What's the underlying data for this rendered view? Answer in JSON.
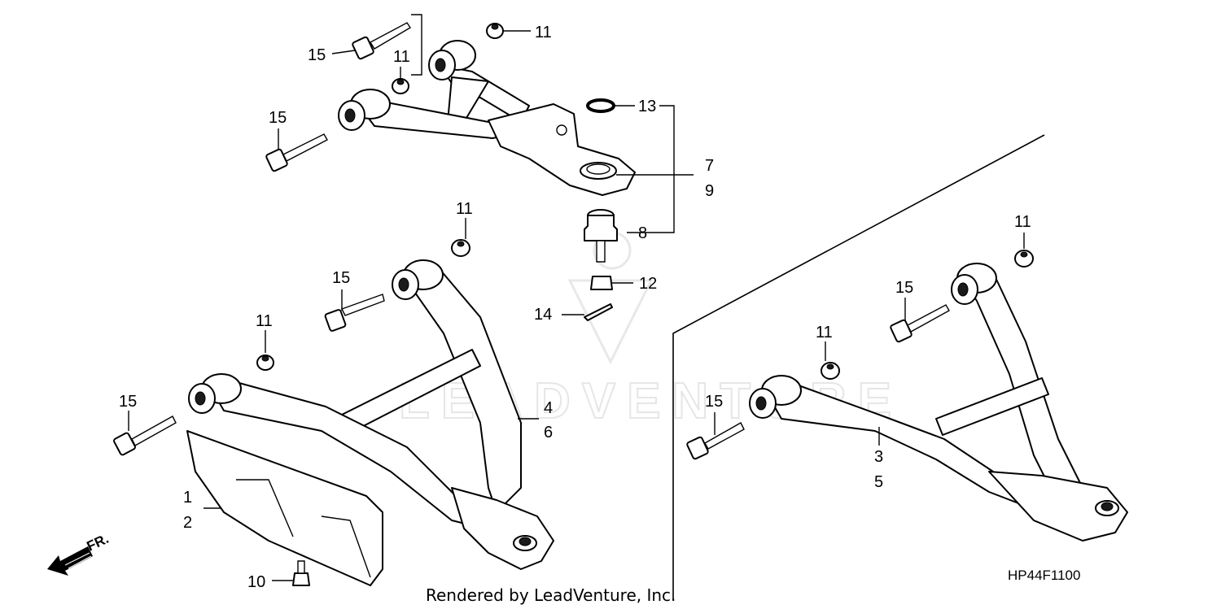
{
  "callouts": {
    "c15_top": "15",
    "c11_top_right": "11",
    "c11_top_mid": "11",
    "c15_upper": "15",
    "c13": "13",
    "c7": "7",
    "c9": "9",
    "c8": "8",
    "c11_mid": "11",
    "c12": "12",
    "c14": "14",
    "c15_mid": "15",
    "c11_left": "11",
    "c15_left": "15",
    "c4": "4",
    "c6": "6",
    "c1": "1",
    "c2": "2",
    "c10": "10",
    "c11_right": "11",
    "c15_right_top": "15",
    "c11_right_mid": "11",
    "c15_right": "15",
    "c3": "3",
    "c5": "5"
  },
  "footer": {
    "rendered_by": "Rendered by LeadVenture, Inc.",
    "diagram_code": "HP44F1100"
  },
  "direction": {
    "label": "FR."
  },
  "watermark": {
    "text": "LEADVENTURE"
  }
}
